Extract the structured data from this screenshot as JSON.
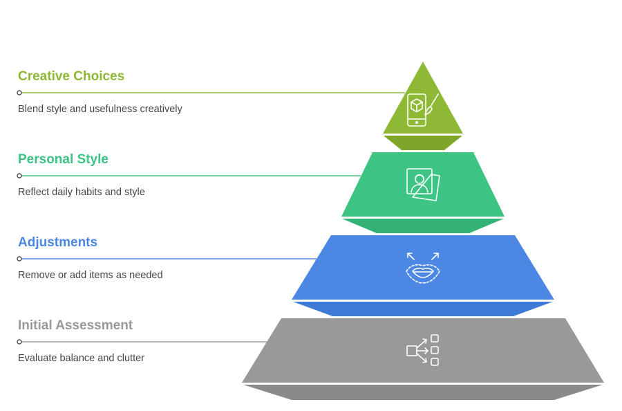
{
  "levels": [
    {
      "title": "Creative Choices",
      "description": "Blend style and usefulness creatively",
      "color": "#8FB935",
      "shade": "#7FA62B",
      "icon": "phone-paintbrush-icon"
    },
    {
      "title": "Personal Style",
      "description": "Reflect daily habits and style",
      "color": "#3DC383",
      "shade": "#34B174",
      "icon": "portrait-photos-icon"
    },
    {
      "title": "Adjustments",
      "description": "Remove or add items as needed",
      "color": "#4B87E3",
      "shade": "#3F79D6",
      "icon": "lips-expand-icon"
    },
    {
      "title": "Initial Assessment",
      "description": "Evaluate balance and clutter",
      "color": "#999999",
      "shade": "#8A8A8A",
      "icon": "flow-options-icon"
    }
  ]
}
